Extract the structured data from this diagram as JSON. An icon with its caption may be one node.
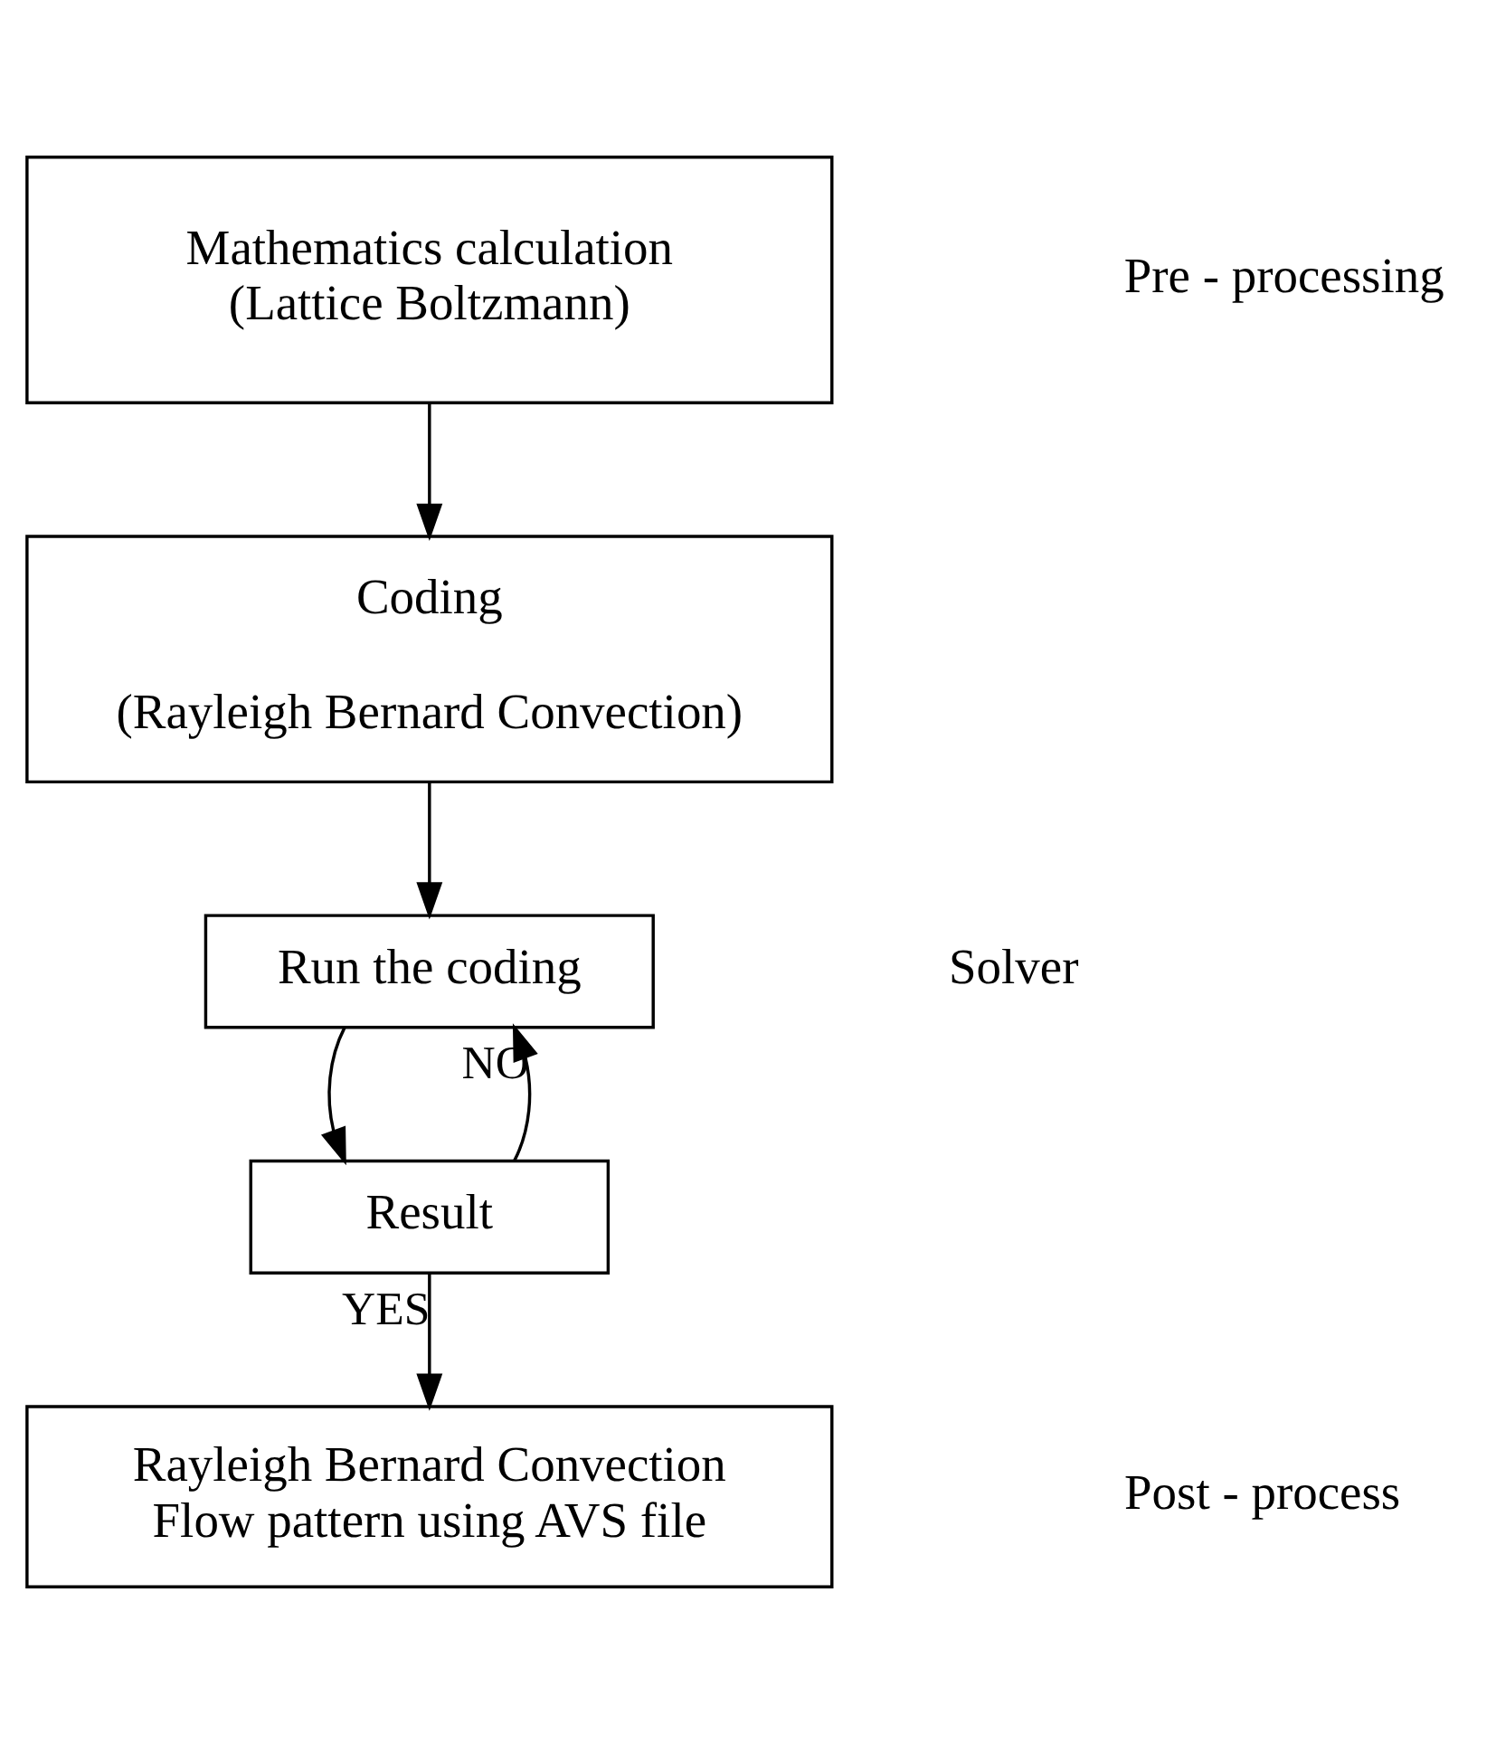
{
  "diagram": {
    "nodes": [
      {
        "text": [
          "Mathematics calculation (Lattice Boltzmann)"
        ]
      },
      {
        "text": [
          "Coding",
          "(Rayleigh Bernard Convection)"
        ]
      },
      {
        "text": [
          "Run the coding"
        ]
      },
      {
        "text": [
          "Result"
        ]
      },
      {
        "text": [
          "Rayleigh Bernard Convection Flow pattern using AVS file"
        ]
      }
    ],
    "edges": [
      {
        "from": 0,
        "to": 1,
        "arrow": "to"
      },
      {
        "from": 1,
        "to": 2,
        "arrow": "to"
      },
      {
        "from": 2,
        "to": 3,
        "arrow": "to"
      },
      {
        "from": 3,
        "to": 2,
        "arrow": "to",
        "label": "NO"
      },
      {
        "from": 3,
        "to": 4,
        "arrow": "to",
        "label": "YES"
      }
    ],
    "labels": [
      "Pre - processing",
      "Solver",
      "Post - process"
    ]
  }
}
